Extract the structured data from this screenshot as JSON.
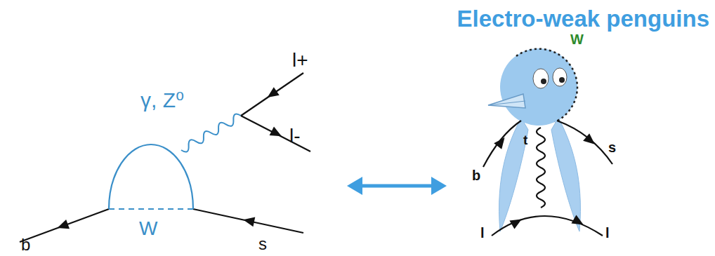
{
  "diagram": {
    "title": "Electro-weak penguins",
    "labels": [
      "l+",
      "l-",
      "γ, Z⁰",
      "b",
      "W",
      "s",
      "W",
      "t",
      "b",
      "s",
      "l",
      "l"
    ]
  }
}
